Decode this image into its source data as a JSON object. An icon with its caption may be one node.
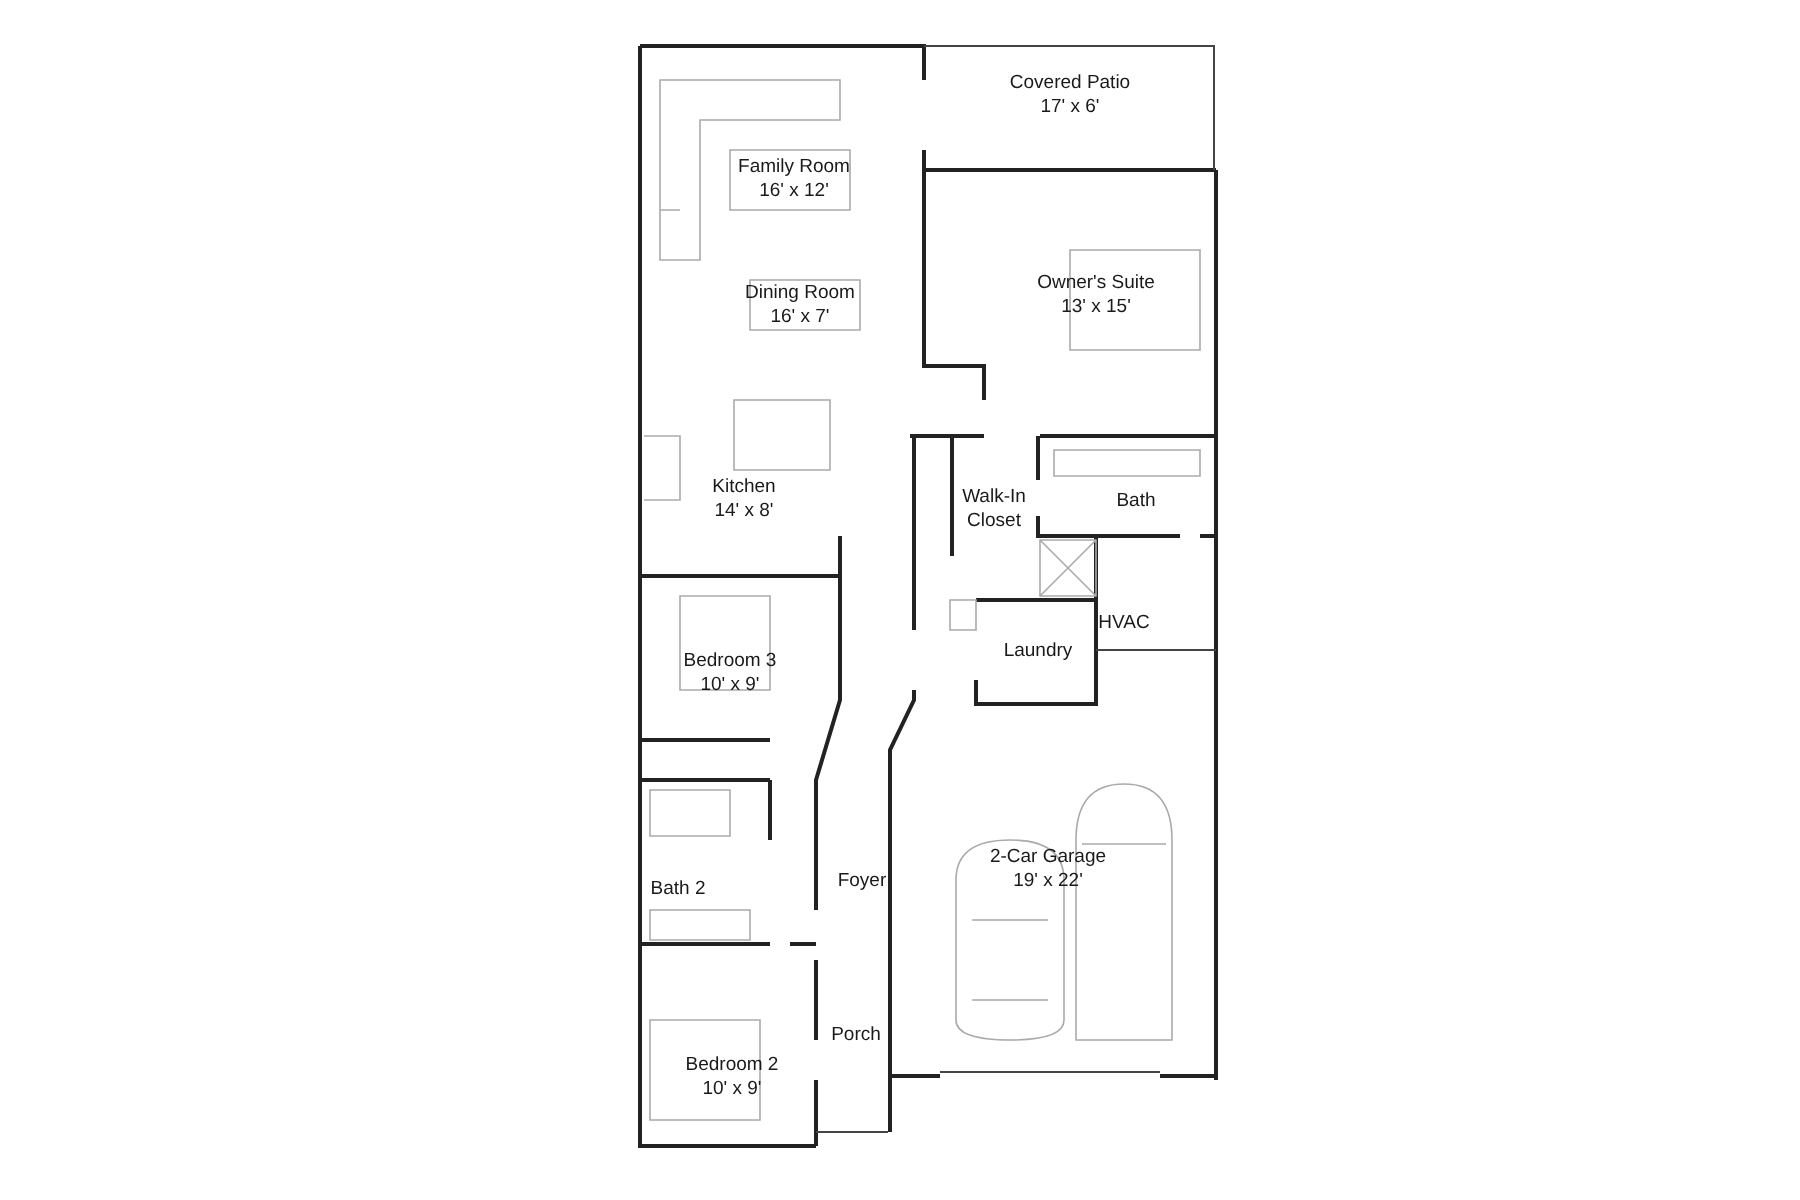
{
  "diagram": {
    "nodes": [
      {
        "text": [
          "Covered Patio",
          "17' x 6'"
        ]
      },
      {
        "text": [
          "Family Room",
          "16' x 12'"
        ]
      },
      {
        "text": [
          "Dining Room",
          "16' x 7'"
        ]
      },
      {
        "text": [
          "Owner's Suite",
          "13' x 15'"
        ]
      },
      {
        "text": [
          "Kitchen",
          "14' x 8'"
        ]
      },
      {
        "text": [
          "Walk-In Closet"
        ]
      },
      {
        "text": [
          "Bath"
        ]
      },
      {
        "text": [
          "HVAC"
        ]
      },
      {
        "text": [
          "Laundry"
        ]
      },
      {
        "text": [
          "Bedroom 3",
          "10' x 9'"
        ]
      },
      {
        "text": [
          "Bath 2"
        ]
      },
      {
        "text": [
          "Foyer"
        ]
      },
      {
        "text": [
          "2-Car Garage",
          "19' x 22'"
        ]
      },
      {
        "text": [
          "Porch"
        ]
      },
      {
        "text": [
          "Bedroom 2",
          "10' x 9'"
        ]
      }
    ]
  }
}
